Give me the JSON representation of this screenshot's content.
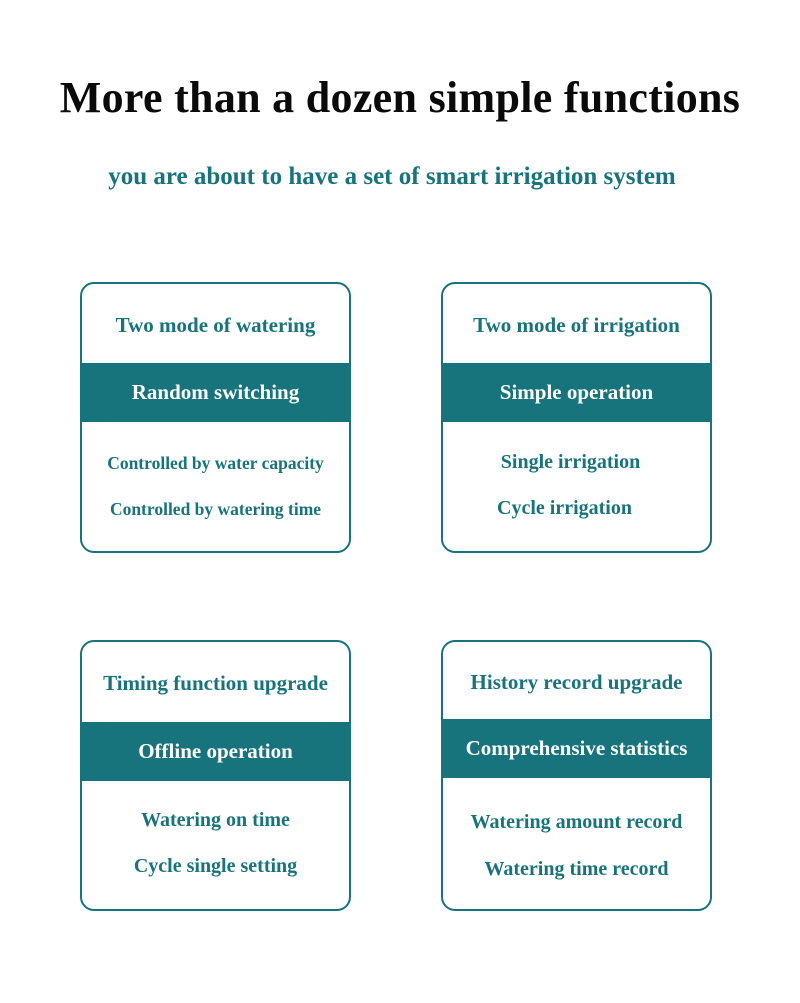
{
  "title": "More than a dozen simple functions",
  "subtitle": "you are about to have a set of smart irrigation system",
  "cards": [
    {
      "heading": "Two mode of watering",
      "highlight": "Random switching",
      "items": [
        "Controlled by water capacity",
        "Controlled by watering time"
      ]
    },
    {
      "heading": "Two mode of irrigation",
      "highlight": "Simple operation",
      "items": [
        "Single irrigation",
        "Cycle irrigation"
      ]
    },
    {
      "heading": "Timing function upgrade",
      "highlight": "Offline operation",
      "items": [
        "Watering on time",
        "Cycle single setting"
      ]
    },
    {
      "heading": "History record upgrade",
      "highlight": "Comprehensive statistics",
      "items": [
        "Watering amount record",
        "Watering time record"
      ]
    }
  ],
  "colors": {
    "accent": "#17737c",
    "title": "#0a0a0a",
    "background": "#ffffff"
  }
}
